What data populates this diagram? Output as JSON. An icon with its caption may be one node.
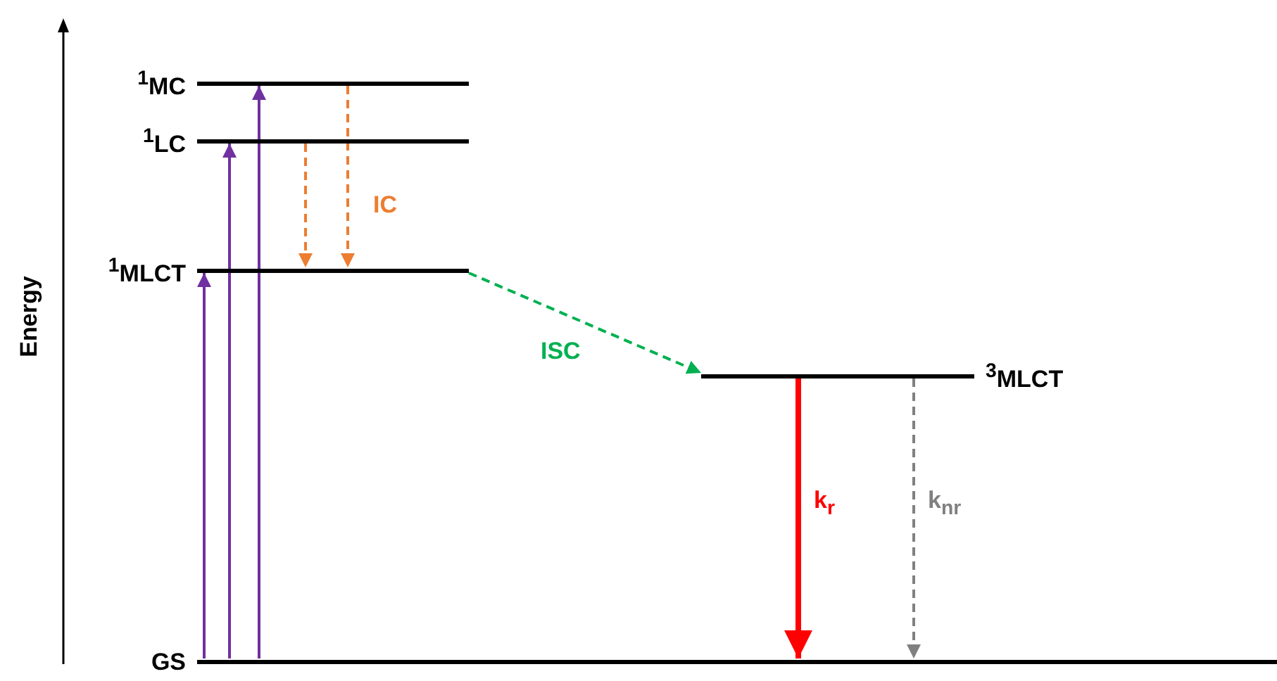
{
  "diagram": {
    "nodes": [
      {
        "text": [
          "$^{1}$MC"
        ]
      },
      {
        "text": [
          "$^{1}$LC"
        ]
      },
      {
        "text": [
          "$^{1}$MLCT"
        ]
      },
      {
        "text": [
          "$^{3}$MLCT"
        ]
      },
      {
        "text": [
          "GS"
        ]
      }
    ],
    "edges": [
      {
        "from": 4,
        "to": 2,
        "arrow": "to"
      },
      {
        "from": 4,
        "to": 1,
        "arrow": "to"
      },
      {
        "from": 4,
        "to": 0,
        "arrow": "to"
      },
      {
        "from": 0,
        "to": 2,
        "arrow": "to",
        "style": "dashed",
        "color": "#ed7d31",
        "label": "IC"
      },
      {
        "from": 1,
        "to": 2,
        "arrow": "to",
        "style": "dashed",
        "color": "#ed7d31"
      },
      {
        "from": 2,
        "to": 3,
        "arrow": "to",
        "style": "dashed",
        "color": "#00b050",
        "label": "ISC"
      },
      {
        "from": 3,
        "to": 4,
        "arrow": "to",
        "style": "thick",
        "color": "#ff0000",
        "label": "k$_{r}$"
      },
      {
        "from": 3,
        "to": 4,
        "arrow": "to",
        "style": "dashed",
        "color": "#808080",
        "label": "k$_{nr}$"
      }
    ],
    "labels": [
      "Energy"
    ]
  }
}
